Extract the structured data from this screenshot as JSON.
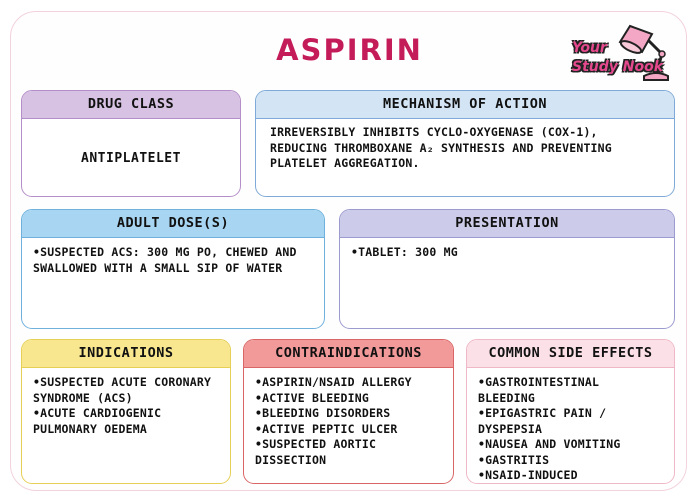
{
  "title": "ASPIRIN",
  "logo": {
    "line1": "Your",
    "line2": "Study Nook",
    "icon": "desk-lamp-icon"
  },
  "colors": {
    "title": "#c41c59",
    "drug_class": "#d7c2e3",
    "mechanism": "#d3e5f5",
    "adult_dose": "#a8d6f2",
    "presentation": "#ccccea",
    "indications": "#f8e78f",
    "contraindications": "#f29a9a",
    "side_effects": "#fbe1e7"
  },
  "drug_class": {
    "heading": "DRUG CLASS",
    "value": "ANTIPLATELET"
  },
  "mechanism": {
    "heading": "MECHANISM OF ACTION",
    "text": "IRREVERSIBLY INHIBITS CYCLO-OXYGENASE (COX-1), REDUCING THROMBOXANE A₂ SYNTHESIS AND PREVENTING PLATELET AGGREGATION."
  },
  "adult_dose": {
    "heading": "ADULT DOSE(S)",
    "items": [
      "•SUSPECTED ACS: 300 MG PO, CHEWED AND SWALLOWED WITH A SMALL SIP OF WATER"
    ]
  },
  "presentation": {
    "heading": "PRESENTATION",
    "items": [
      "•TABLET: 300 MG"
    ]
  },
  "indications": {
    "heading": "INDICATIONS",
    "items": [
      "•SUSPECTED ACUTE CORONARY SYNDROME (ACS)",
      "•ACUTE CARDIOGENIC PULMONARY OEDEMA"
    ]
  },
  "contraindications": {
    "heading": "CONTRAINDICATIONS",
    "items": [
      "•ASPIRIN/NSAID ALLERGY",
      "•ACTIVE BLEEDING",
      "•BLEEDING DISORDERS",
      "•ACTIVE PEPTIC ULCER",
      "•SUSPECTED AORTIC DISSECTION"
    ]
  },
  "side_effects": {
    "heading": "COMMON SIDE EFFECTS",
    "items": [
      "•GASTROINTESTINAL BLEEDING",
      "•EPIGASTRIC PAIN / DYSPEPSIA",
      "•NAUSEA AND VOMITING",
      "•GASTRITIS",
      "•NSAID-INDUCED BRONCHOSPASM"
    ]
  }
}
